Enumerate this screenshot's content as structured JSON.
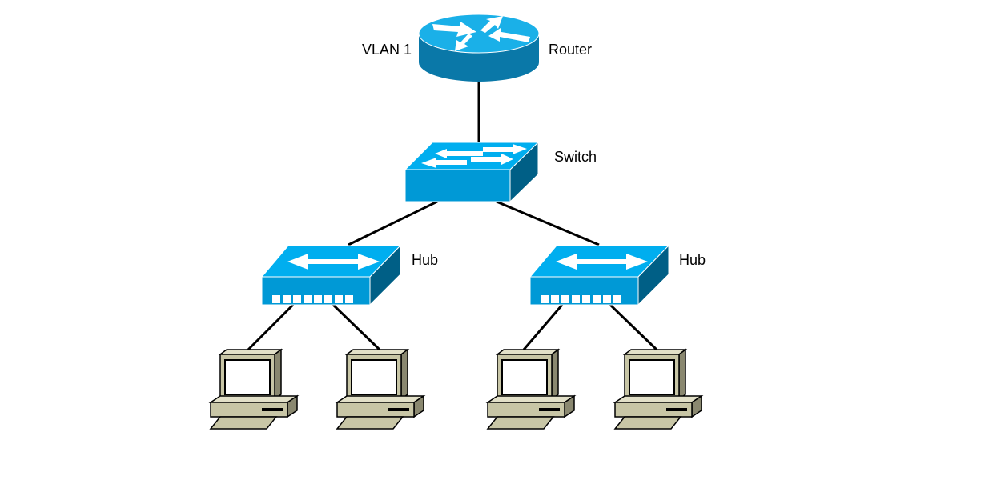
{
  "labels": {
    "vlan": "VLAN 1",
    "router": "Router",
    "switch": "Switch",
    "hub_left": "Hub",
    "hub_right": "Hub"
  },
  "nodes": {
    "router": {
      "icon": "router-icon"
    },
    "switch": {
      "icon": "switch-icon"
    },
    "hubs": [
      {
        "icon": "hub-icon"
      },
      {
        "icon": "hub-icon"
      }
    ],
    "pcs": [
      {
        "icon": "pc-icon"
      },
      {
        "icon": "pc-icon"
      },
      {
        "icon": "pc-icon"
      },
      {
        "icon": "pc-icon"
      }
    ]
  },
  "colors": {
    "device_top": "#00aeef",
    "device_front": "#0099d6",
    "device_side": "#005f86",
    "pc_body": "#c8c6a6"
  }
}
